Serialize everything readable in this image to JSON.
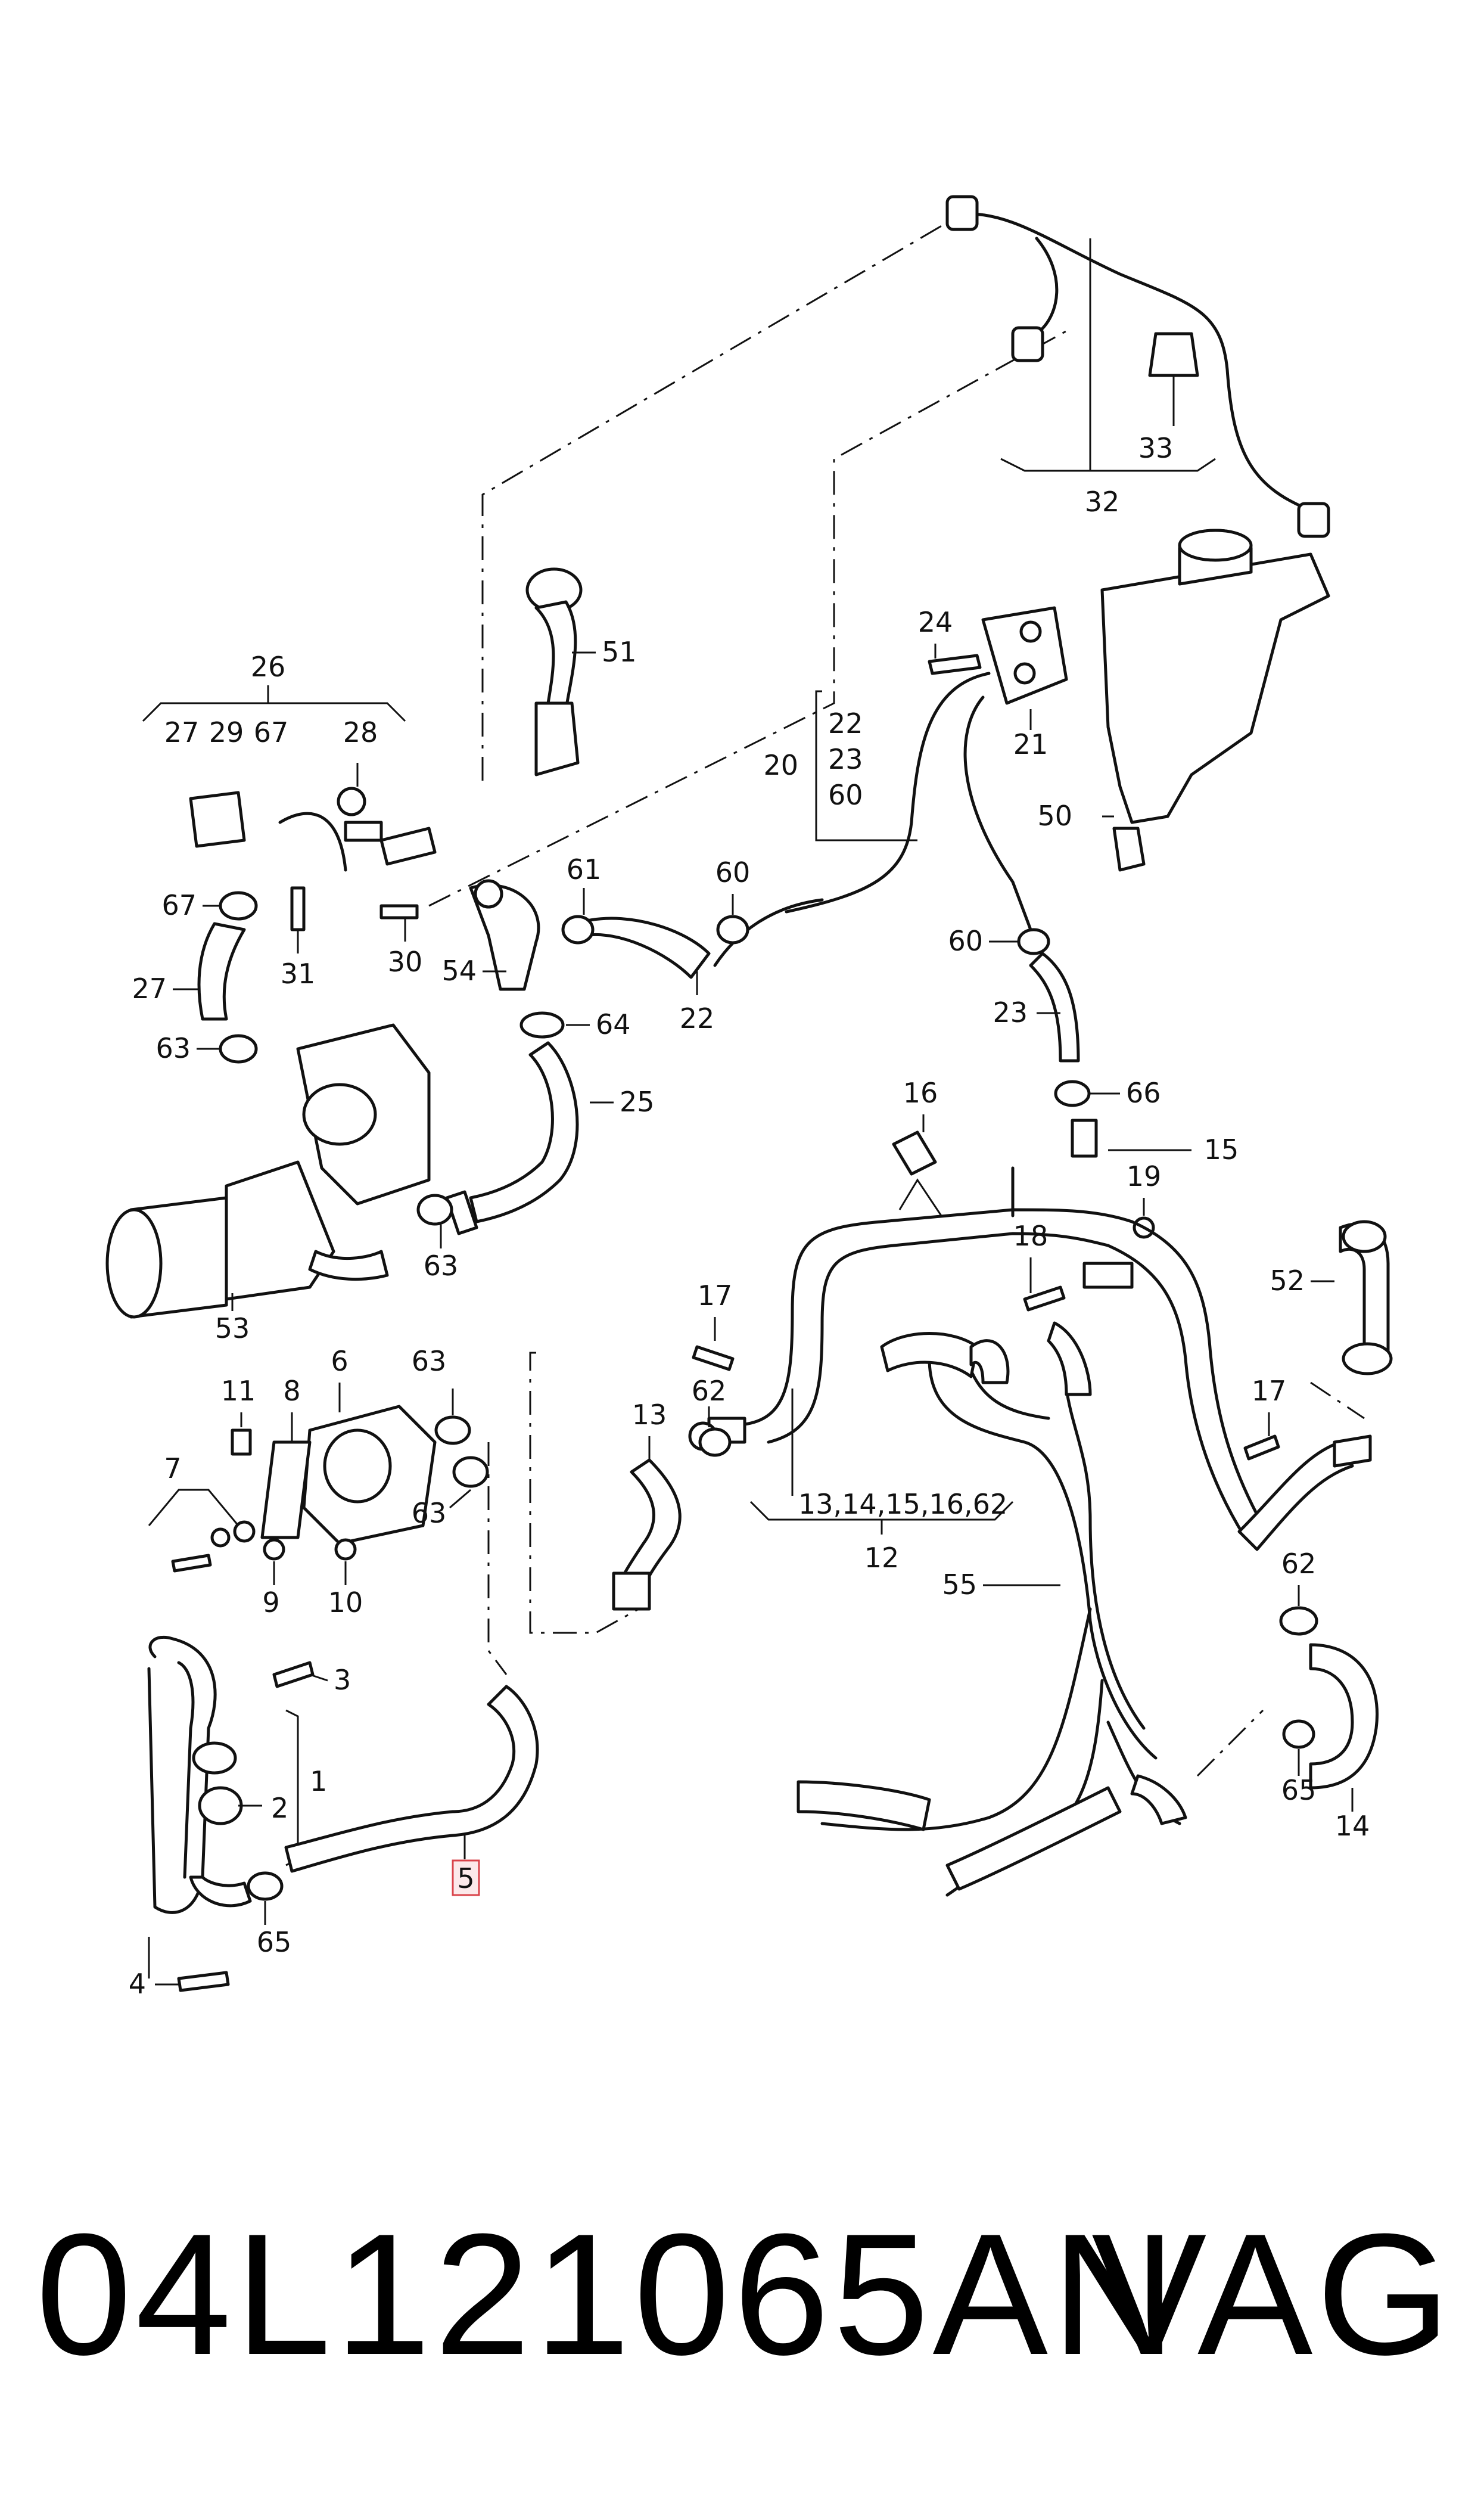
{
  "callouts": {
    "c1": "1",
    "c2": "2",
    "c3": "3",
    "c4": "4",
    "c5": "5",
    "c6": "6",
    "c7": "7",
    "c8": "8",
    "c9": "9",
    "c10": "10",
    "c11": "11",
    "c12": "12",
    "c13": "13",
    "c13b": "13,14,15,16,62",
    "c14": "14",
    "c15": "15",
    "c16": "16",
    "c17a": "17",
    "c17b": "17",
    "c18": "18",
    "c19": "19",
    "c20": "20",
    "c21": "21",
    "c22a": "22",
    "c22b": "22",
    "c23a": "23",
    "c23b": "23",
    "c24": "24",
    "c25": "25",
    "c26": "26",
    "c27a": "27",
    "c27b": "27",
    "c28": "28",
    "c29": "29",
    "c30": "30",
    "c31": "31",
    "c32": "32",
    "c33": "33",
    "c50": "50",
    "c51": "51",
    "c52": "52",
    "c53": "53",
    "c54": "54",
    "c55": "55",
    "c60a": "60",
    "c60b": "60",
    "c60c": "60",
    "c61": "61",
    "c62a": "62",
    "c62b": "62",
    "c63a": "63",
    "c63b": "63",
    "c63c": "63",
    "c63d": "63",
    "c64": "64",
    "c65a": "65",
    "c65b": "65",
    "c66": "66",
    "c67a": "67",
    "c67b": "67"
  },
  "footer": {
    "part_number": "04L121065AN",
    "brand": "VAG"
  },
  "highlight_color": "#d9434a"
}
